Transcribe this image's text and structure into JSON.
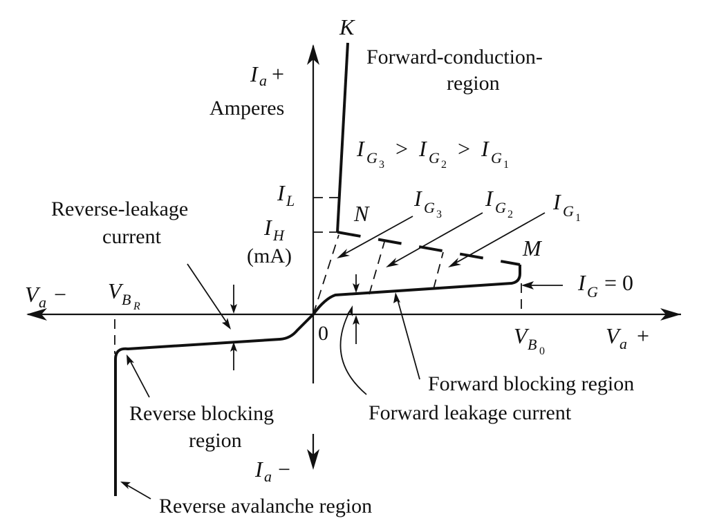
{
  "diagram": {
    "title": "Thyristor (SCR) V-I characteristic",
    "axes": {
      "y_positive_label": {
        "base": "I",
        "sub": "a",
        "suffix": "+"
      },
      "y_positive_unit": "Amperes",
      "y_negative_label": {
        "base": "I",
        "sub": "a",
        "suffix": "−"
      },
      "x_positive_label": {
        "base": "V",
        "sub": "a",
        "suffix": "+"
      },
      "x_negative_label": {
        "base": "V",
        "sub": "a",
        "suffix": "−"
      },
      "origin_label": "0"
    },
    "ticks": {
      "latching_current": {
        "base": "I",
        "sub": "L"
      },
      "holding_current": {
        "base": "I",
        "sub": "H"
      },
      "holding_unit": "(mA)",
      "reverse_breakdown": {
        "base": "V",
        "sub": "B",
        "subsub": "R"
      },
      "forward_breakover": {
        "base": "V",
        "sub": "B",
        "subsub": "0"
      }
    },
    "points": {
      "K": "K",
      "N": "N",
      "M": "M"
    },
    "gate_currents": {
      "inequality": {
        "parts": [
          {
            "base": "I",
            "sub": "G",
            "subsub": "3"
          },
          {
            "op": ">"
          },
          {
            "base": "I",
            "sub": "G",
            "subsub": "2"
          },
          {
            "op": ">"
          },
          {
            "base": "I",
            "sub": "G",
            "subsub": "1"
          }
        ]
      },
      "curves": [
        {
          "base": "I",
          "sub": "G",
          "subsub": "3"
        },
        {
          "base": "I",
          "sub": "G",
          "subsub": "2"
        },
        {
          "base": "I",
          "sub": "G",
          "subsub": "1"
        }
      ],
      "zero_gate": {
        "base": "I",
        "sub": "G",
        "rest": " = 0"
      }
    },
    "regions": {
      "forward_conduction_line1": "Forward-conduction-",
      "forward_conduction_line2": "region",
      "reverse_leakage_line1": "Reverse-leakage",
      "reverse_leakage_line2": "current",
      "forward_blocking": "Forward blocking region",
      "forward_leakage": "Forward leakage current",
      "reverse_blocking_line1": "Reverse blocking",
      "reverse_blocking_line2": "region",
      "reverse_avalanche": "Reverse avalanche region"
    },
    "color": "#111111"
  }
}
